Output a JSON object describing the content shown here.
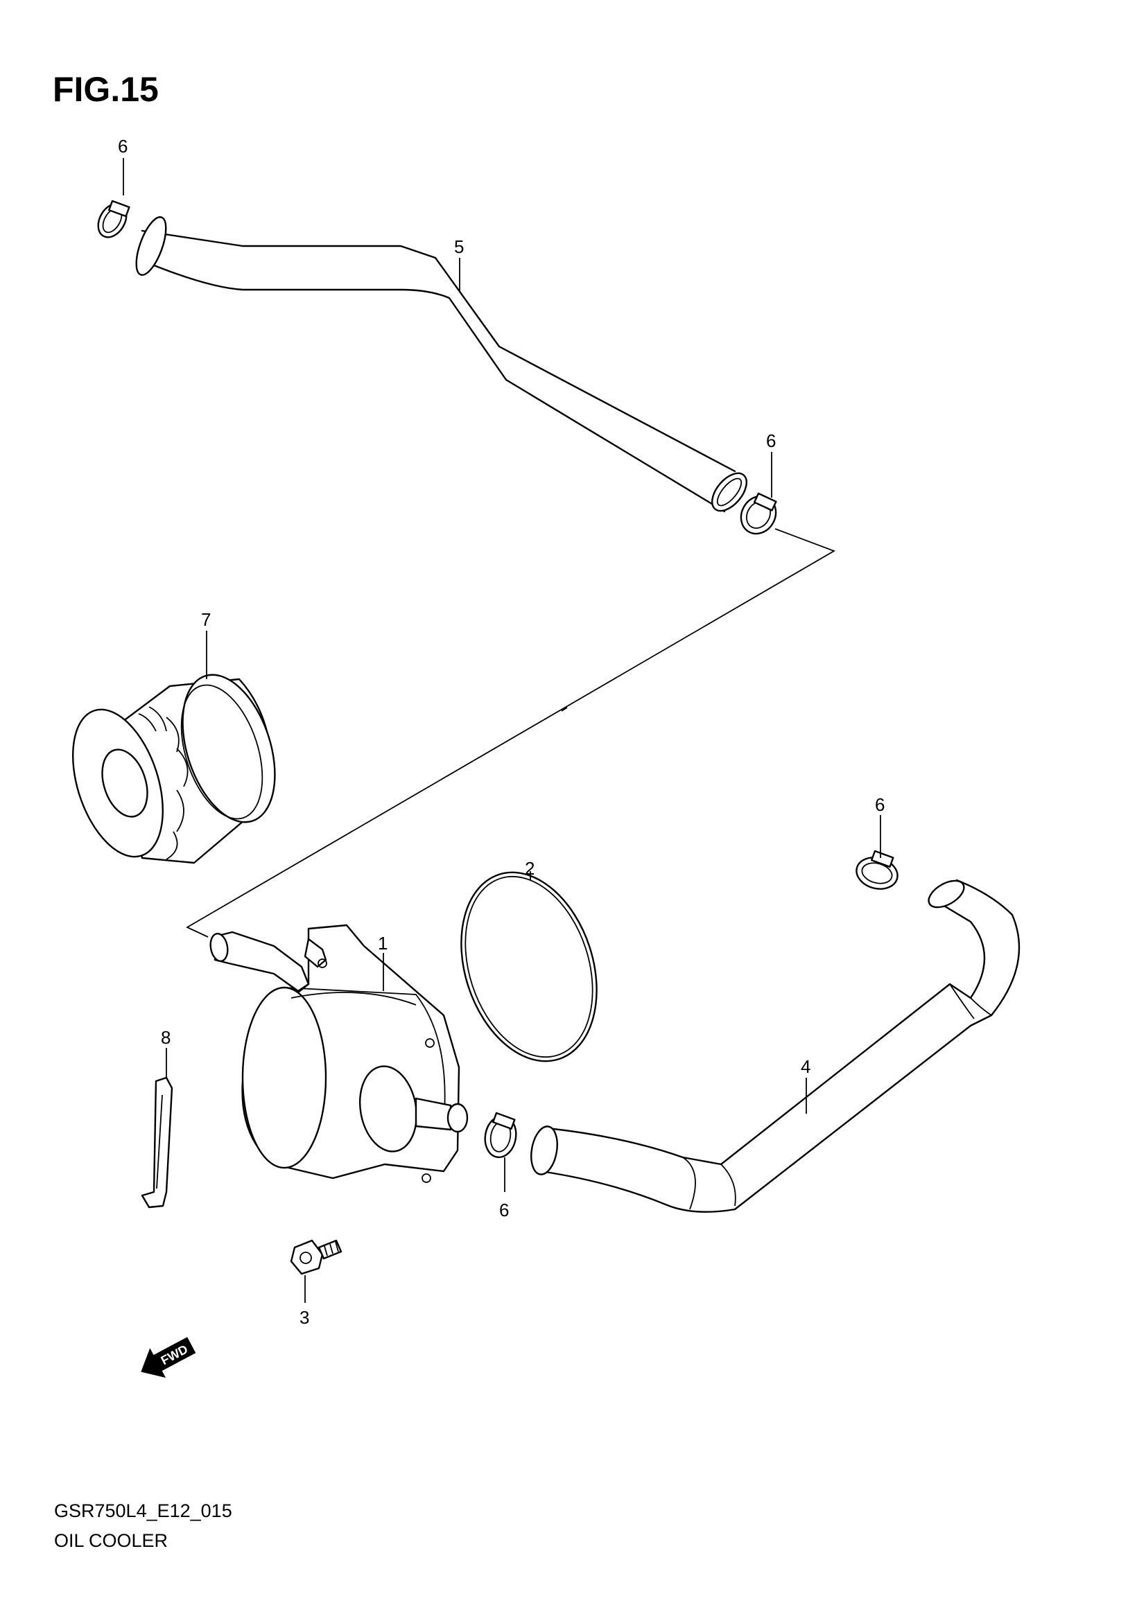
{
  "figure": {
    "title": "FIG.15",
    "model_code": "GSR750L4_E12_015",
    "name": "OIL COOLER",
    "fwd_label": "FWD"
  },
  "callouts": [
    {
      "id": "c6a",
      "label": "6",
      "part": "clamp"
    },
    {
      "id": "c5",
      "label": "5",
      "part": "hose"
    },
    {
      "id": "c6b",
      "label": "6",
      "part": "clamp"
    },
    {
      "id": "c7",
      "label": "7",
      "part": "oil-filter"
    },
    {
      "id": "c6c",
      "label": "6",
      "part": "clamp"
    },
    {
      "id": "c2",
      "label": "2",
      "part": "o-ring"
    },
    {
      "id": "c1",
      "label": "1",
      "part": "oil-cooler"
    },
    {
      "id": "c8",
      "label": "8",
      "part": "clip"
    },
    {
      "id": "c4",
      "label": "4",
      "part": "hose"
    },
    {
      "id": "c6d",
      "label": "6",
      "part": "clamp"
    },
    {
      "id": "c3",
      "label": "3",
      "part": "bolt"
    }
  ],
  "colors": {
    "line": "#000000",
    "background": "#ffffff"
  }
}
